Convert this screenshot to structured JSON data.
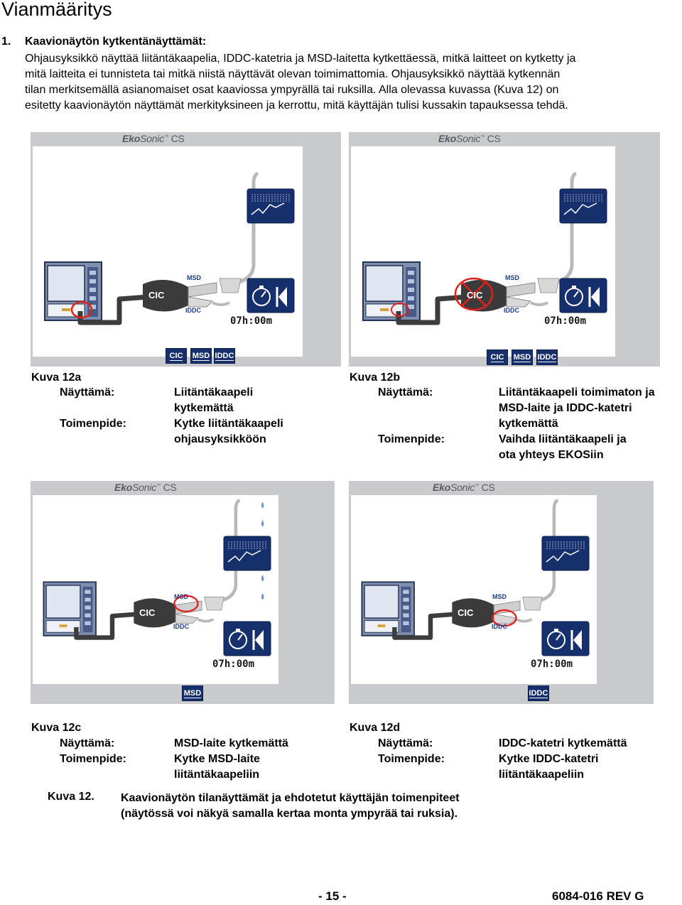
{
  "title": "Vianmääritys",
  "section": {
    "number": "1.",
    "heading": "Kaavionäytön kytkentänäyttämät:",
    "intro_lines": [
      "Ohjausyksikkö näyttää liitäntäkaapelia, IDDC-katetria ja MSD-laitetta kytkettäessä, mitkä laitteet on kytketty ja",
      "mitä laitteita ei tunnisteta tai mitkä niistä näyttävät olevan toimimattomia. Ohjausyksikkö näyttää kytkennän",
      "tilan merkitsemällä asianomaiset osat kaaviossa ympyrällä tai ruksilla. Alla olevassa kuvassa (Kuva 12) on",
      "esitetty kaavionäytön näyttämät merkityksineen ja kerrottu, mitä käyttäjän tulisi kussakin tapauksessa tehdä."
    ]
  },
  "screen_common": {
    "brand_bold": "Eko",
    "brand_light": "Sonic",
    "brand_tm": "™",
    "brand_suffix": "CS",
    "timer": "07h:00m",
    "cic_label": "CIC",
    "msd_label": "MSD",
    "iddc_label": "IDDC"
  },
  "screens": [
    {
      "id": "12a",
      "tabs": [
        "CIC",
        "MSD",
        "IDDC"
      ],
      "mark": "circle-cable"
    },
    {
      "id": "12b",
      "tabs": [
        "CIC",
        "MSD",
        "IDDC"
      ],
      "mark": "cross-connector"
    },
    {
      "id": "12c",
      "tabs": [
        "MSD"
      ],
      "mark": "circle-msd"
    },
    {
      "id": "12d",
      "tabs": [
        "IDDC"
      ],
      "mark": "circle-iddc"
    }
  ],
  "captions": [
    {
      "title": "Kuva 12a",
      "display_label": "Näyttämä:",
      "display": [
        "Liitäntäkaapeli",
        "kytkemättä"
      ],
      "action_label": "Toimenpide:",
      "action": [
        "Kytke liitäntäkaapeli",
        "ohjausyksikköön"
      ]
    },
    {
      "title": "Kuva 12b",
      "display_label": "Näyttämä:",
      "display": [
        "Liitäntäkaapeli toimimaton ja",
        "MSD-laite ja IDDC-katetri",
        "kytkemättä"
      ],
      "action_label": "Toimenpide:",
      "action": [
        "Vaihda liitäntäkaapeli ja",
        "ota yhteys EKOSiin"
      ]
    },
    {
      "title": "Kuva 12c",
      "display_label": "Näyttämä:",
      "display": [
        "MSD-laite kytkemättä"
      ],
      "action_label": "Toimenpide:",
      "action": [
        "Kytke MSD-laite",
        "liitäntäkaapeliin"
      ]
    },
    {
      "title": "Kuva 12d",
      "display_label": "Näyttämä:",
      "display": [
        "IDDC-katetri kytkemättä"
      ],
      "action_label": "Toimenpide:",
      "action": [
        "Kytke IDDC-katetri",
        "liitäntäkaapeliin"
      ]
    }
  ],
  "figure_caption": {
    "label": "Kuva 12.",
    "lines": [
      "Kaavionäytön tilanäyttämät ja ehdotetut käyttäjän toimenpiteet",
      "(näytössä voi näkyä samalla kertaa monta ympyrää tai ruksia)."
    ]
  },
  "footer": {
    "page": "- 15 -",
    "doc_id": "6084-016 REV G"
  },
  "colors": {
    "panel_bg": "#c9cace",
    "button_navy": "#16306e",
    "mark_red": "#e3201b",
    "cable_gray": "#3c3c3c"
  }
}
